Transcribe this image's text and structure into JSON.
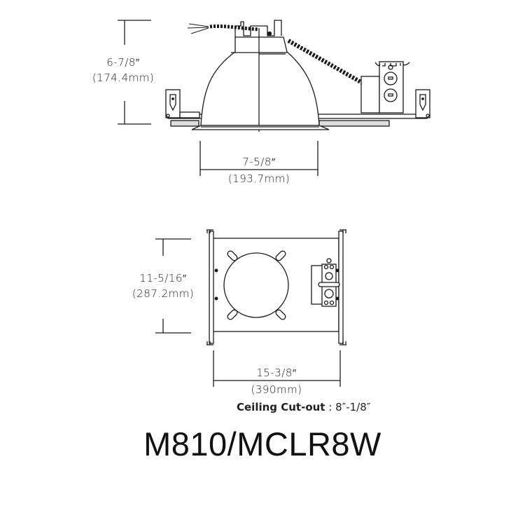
{
  "top_view": {
    "height_dim": {
      "imperial": "6-7/8″",
      "metric": "(174.4mm)"
    },
    "width_dim": {
      "imperial": "7-5/8″",
      "metric": "(193.7mm)"
    }
  },
  "plan_view": {
    "height_dim": {
      "imperial": "11-5/16″",
      "metric": "(287.2mm)"
    },
    "width_dim": {
      "imperial": "15-3/8″",
      "metric": "(390mm)"
    }
  },
  "ceiling_cutout": {
    "label": "Ceiling Cut-out",
    "separator": " : ",
    "value": "8″-1/8″"
  },
  "model": "M810/MCLR8W",
  "colors": {
    "line": "#1a1a1a",
    "background": "#ffffff"
  }
}
